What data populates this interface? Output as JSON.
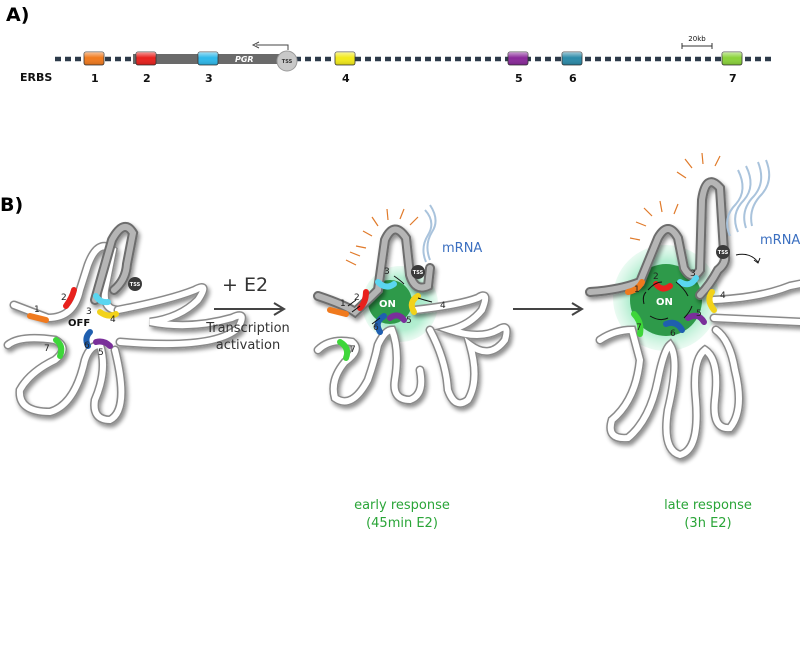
{
  "panel_a": {
    "label": "A)",
    "erbs_label": "ERBS",
    "gene_name": "PGR",
    "tss_label": "TSS",
    "scale_label": "20kb",
    "sites": [
      {
        "num": "1",
        "color": "#f07a1e"
      },
      {
        "num": "2",
        "color": "#e8211d"
      },
      {
        "num": "3",
        "color": "#2eb8ea"
      },
      {
        "num": "4",
        "color": "#f2ea1a"
      },
      {
        "num": "5",
        "color": "#8a2a9a"
      },
      {
        "num": "6",
        "color": "#2b8aa8"
      },
      {
        "num": "7",
        "color": "#8ad23a"
      }
    ]
  },
  "panel_b": {
    "label": "B)",
    "off_label": "OFF",
    "on_label": "ON",
    "tss_label": "TSS",
    "e2_label": "+ E2",
    "transcription_line1": "Transcription",
    "transcription_line2": "activation",
    "mrna_label": "mRNA",
    "early_line1": "early response",
    "early_line2": "(45min E2)",
    "late_line1": "late response",
    "late_line2": "(3h E2)",
    "loop_numbers": [
      "1",
      "2",
      "3",
      "4",
      "5",
      "6",
      "7"
    ],
    "loop_colors": {
      "1": "#f07a1e",
      "2": "#e8211d",
      "3": "#5ad6f0",
      "4": "#f2d21a",
      "5": "#7a2f9a",
      "6": "#1f5fb0",
      "7": "#3ed63a"
    },
    "hub_color": "#2e9a4a",
    "halo_color": "#8fe3b8"
  }
}
